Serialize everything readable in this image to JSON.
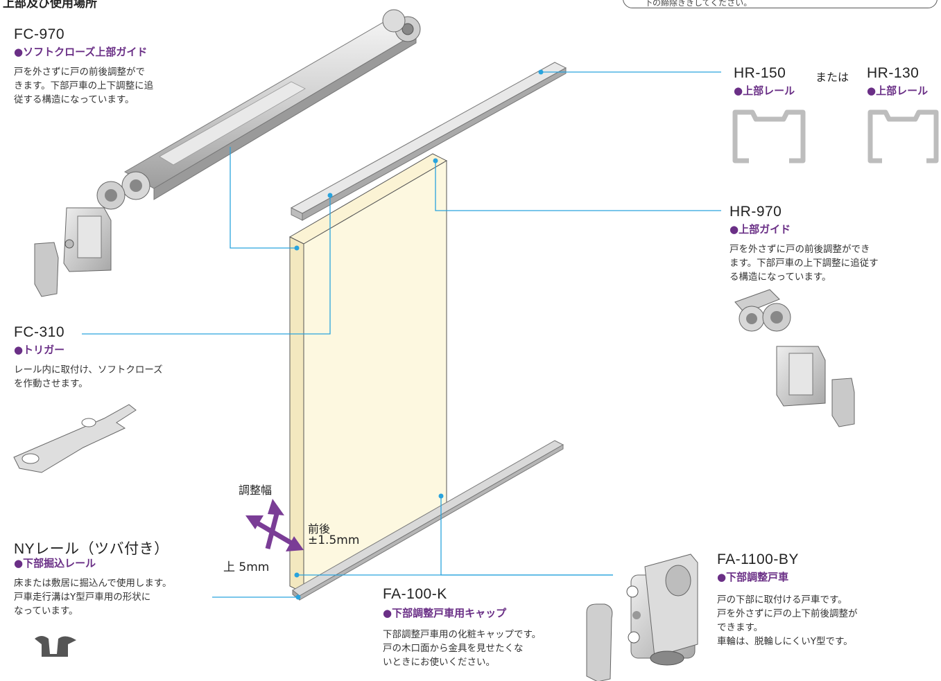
{
  "page": {
    "title": "上部及び使用場所",
    "note": "下の締除ききしてください。"
  },
  "parts": {
    "fc970": {
      "code": "FC-970",
      "name": "●ソフトクローズ上部ガイド",
      "desc": "戸を外さずに戸の前後調整がで\nきます。下部戸車の上下調整に追\n従する構造になっています。"
    },
    "hr150": {
      "code": "HR-150",
      "name": "●上部レール"
    },
    "or": "または",
    "hr130": {
      "code": "HR-130",
      "name": "●上部レール"
    },
    "hr970": {
      "code": "HR-970",
      "name": "●上部ガイド",
      "desc": "戸を外さずに戸の前後調整ができ\nます。下部戸車の上下調整に追従す\nる構造になっています。"
    },
    "fc310": {
      "code": "FC-310",
      "name": "●トリガー",
      "desc": "レール内に取付け、ソフトクローズ\nを作動させます。"
    },
    "nyrail": {
      "code": "NYレール（ツバ付き）",
      "name": "●下部掘込レール",
      "desc": "床または敷居に掘込んで使用します。\n戸車走行溝はY型戸車用の形状に\nなっています。"
    },
    "fa100k": {
      "code": "FA-100-K",
      "name": "●下部調整戸車用キャップ",
      "desc": "下部調整戸車用の化粧キャップです。\n戸の木口面から金具を見せたくな\nいときにお使いください。"
    },
    "fa1100by": {
      "code": "FA-1100-BY",
      "name": "●下部調整戸車",
      "desc": "戸の下部に取付ける戸車です。\n戸を外さずに戸の上下前後調整が\nできます。\n車輪は、脱輪しにくいY型です。"
    }
  },
  "adjust": {
    "label": "調整幅",
    "front_back": "前後",
    "front_back_value": "±1.5mm",
    "up": "上 5mm"
  },
  "colors": {
    "accent": "#6a2f86",
    "leader": "#29a3dd",
    "door_fill": "#fdf8e0",
    "metal": "#d4d4d4"
  }
}
